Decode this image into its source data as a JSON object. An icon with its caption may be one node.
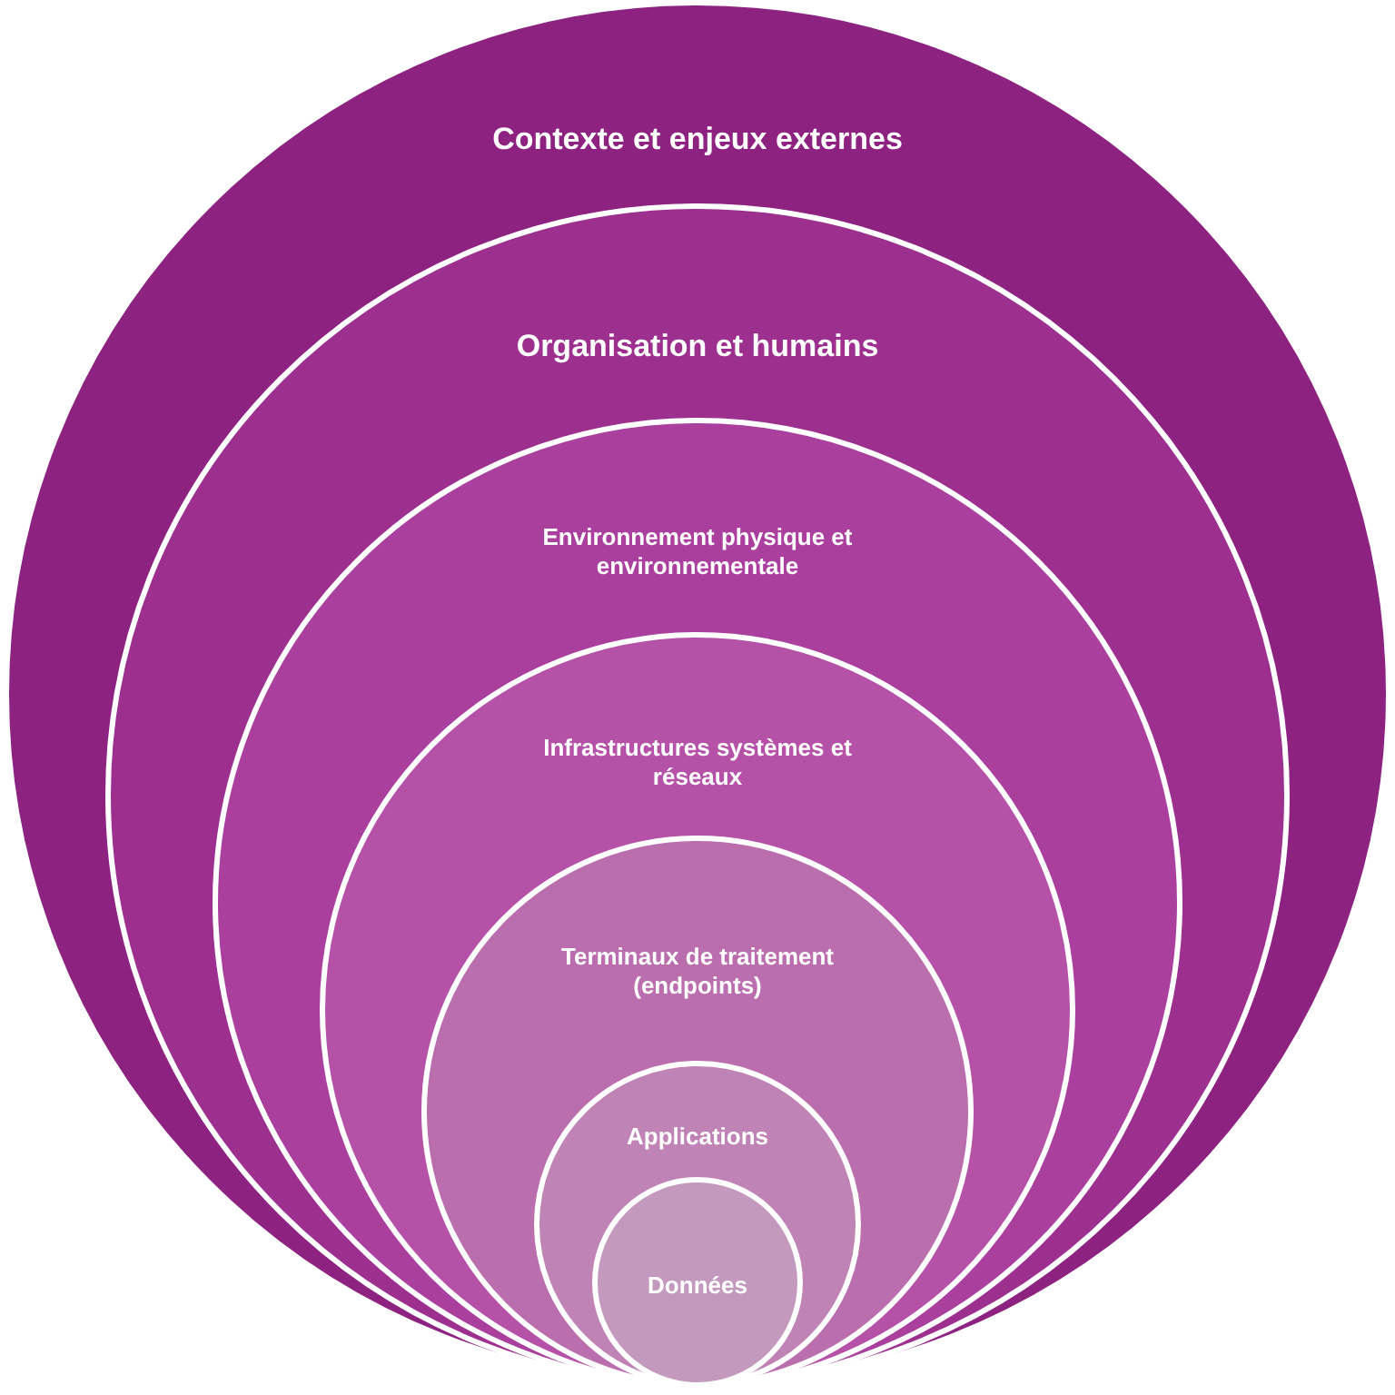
{
  "diagram": {
    "nodes": [
      {
        "text": [
          "Contexte et enjeux externes"
        ]
      },
      {
        "text": [
          "Organisation et humains"
        ],
        "in": 0
      },
      {
        "text": [
          "Environnement physique et environnementale"
        ],
        "in": 1
      },
      {
        "text": [
          "Infrastructures systèmes et réseaux"
        ],
        "in": 2
      },
      {
        "text": [
          "Terminaux de traitement (endpoints)"
        ],
        "in": 3
      },
      {
        "text": [
          "Applications"
        ],
        "in": 4
      },
      {
        "text": [
          "Données"
        ],
        "in": 5
      }
    ]
  }
}
